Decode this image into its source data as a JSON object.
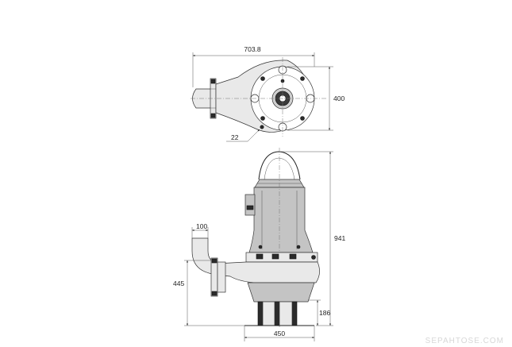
{
  "dimensions": {
    "top_width": "703.8",
    "top_height": "400",
    "hole_dia": "22",
    "outlet_dn": "100",
    "total_height": "941",
    "outlet_height": "445",
    "base_height": "186",
    "base_width": "450"
  },
  "watermark": {
    "text": "SEPAHTOSE.COM"
  },
  "colors": {
    "line": "#333333",
    "body_fill": "#c4c4c4",
    "dark_fill": "#2b2b2b"
  }
}
